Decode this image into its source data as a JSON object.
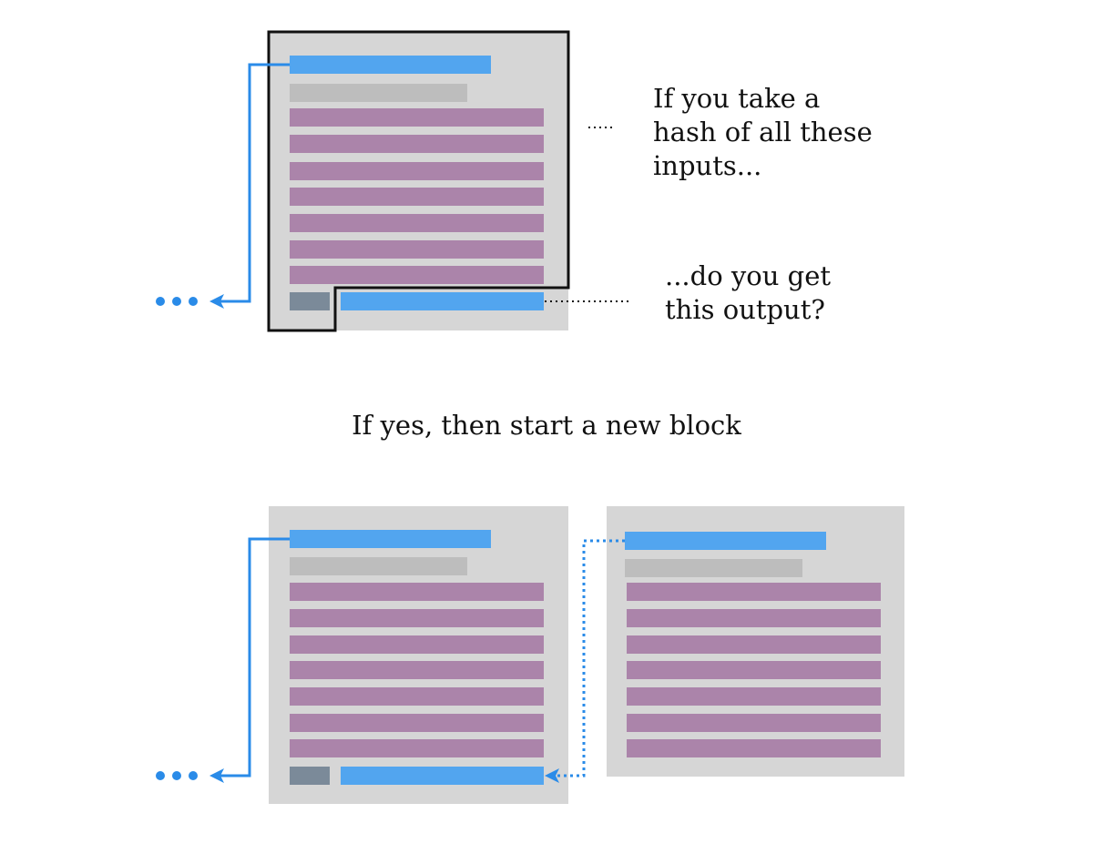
{
  "colors": {
    "block_bg": "#d6d6d6",
    "hash_bar": "#52a5ef",
    "prev_hash_bar": "#bdbdbd",
    "transaction_bar": "#ab84aa",
    "nonce_box": "#7b8a99",
    "outline": "#111111",
    "arrow": "#2a8be8",
    "text": "#111111"
  },
  "captions": {
    "hash_inputs": "If you take a\nhash of all these\ninputs...",
    "hash_output": "...do you get\nthis output?",
    "if_yes": "If yes, then start a new block"
  },
  "blocks": {
    "top": {
      "transaction_count": 7,
      "highlighted": true
    },
    "bottom_left": {
      "transaction_count": 7,
      "highlighted": false
    },
    "bottom_right": {
      "transaction_count": 7,
      "highlighted": false
    }
  },
  "icons": {
    "chain_continuation": "three-dots-icon",
    "arrow": "arrowhead-left-icon"
  }
}
